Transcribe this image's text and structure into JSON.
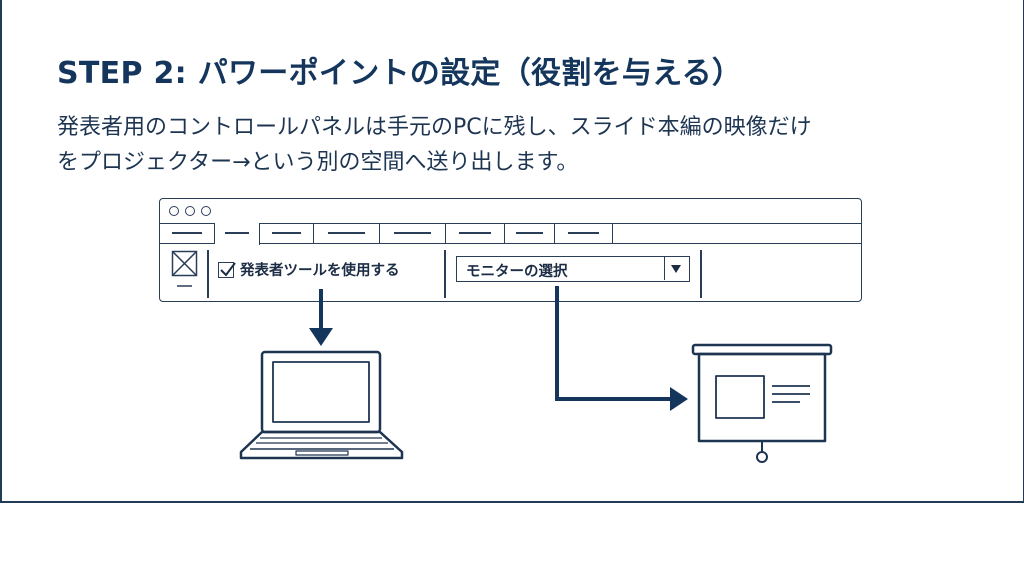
{
  "slide": {
    "title": "STEP 2: パワーポイントの設定（役割を与える）",
    "description_line1": "発表者用のコントロールパネルは手元のPCに残し、スライド本編の映像だけ",
    "description_line2": "をプロジェクター→という別の空間へ送り出します。"
  },
  "window": {
    "checkbox_label": "発表者ツールを使用する",
    "checkbox_checked": true,
    "monitor_select_value": "モニターの選択"
  },
  "icons": {
    "ribbon_icon": "close-box-icon",
    "checkbox_mark": "checkmark-icon",
    "dropdown": "triangle-down-icon",
    "laptop": "laptop-icon",
    "projector": "projector-screen-icon"
  },
  "colors": {
    "primary": "#15365c",
    "line": "#2a3e58"
  }
}
